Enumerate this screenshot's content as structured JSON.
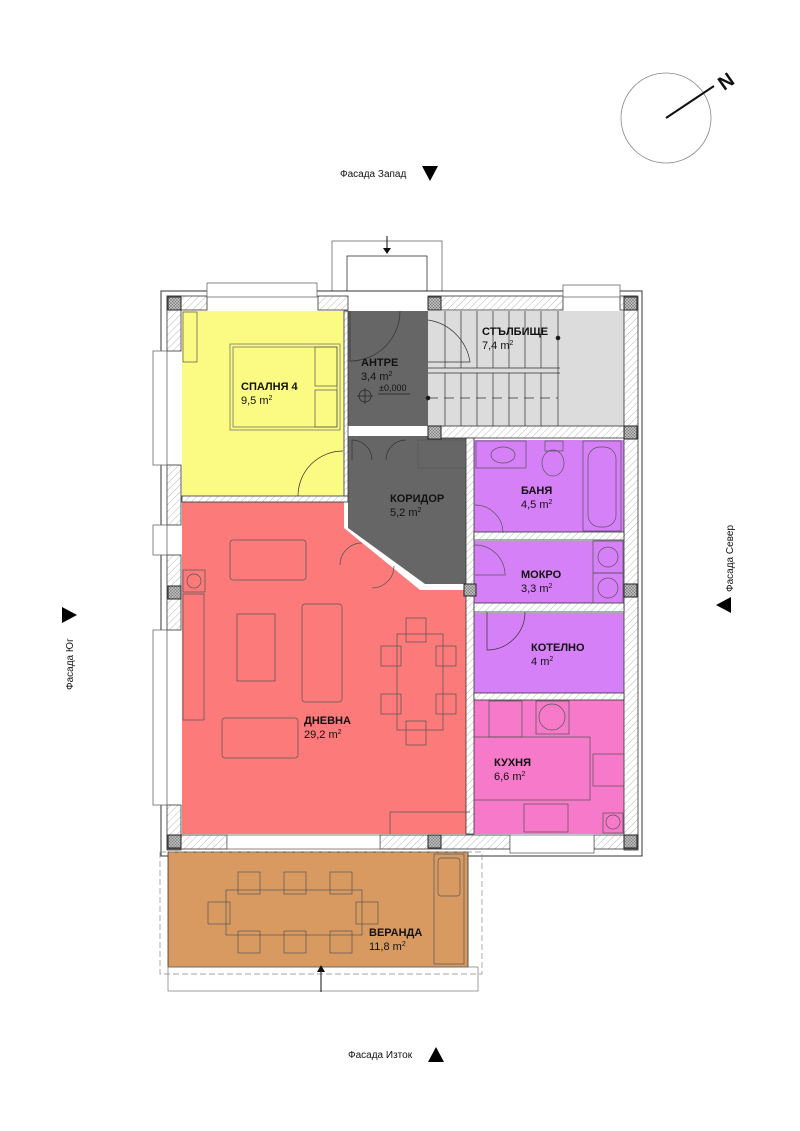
{
  "north_arrow": {
    "label": "N",
    "icon": "north-arrow-icon"
  },
  "facades": {
    "west": {
      "label": "Фасада Запад",
      "marker": "down-triangle"
    },
    "east": {
      "label": "Фасада Изток",
      "marker": "up-triangle"
    },
    "south": {
      "label": "Фасада Юг",
      "marker": "right-triangle"
    },
    "north": {
      "label": "Фасада Север",
      "marker": "left-triangle"
    }
  },
  "level_mark": "±0,000",
  "area_unit": "m",
  "area_unit_sup": "2",
  "colors": {
    "bedroom": "#fbfa82",
    "entry": "#666666",
    "corridor": "#666666",
    "stairs": "#dcdcdc",
    "bathroom": "#d680f7",
    "kitchen": "#f779c9",
    "living": "#fc7a7a",
    "veranda": "#d99a62"
  },
  "rooms": [
    {
      "id": "bedroom4",
      "name": "СПАЛНЯ 4",
      "area": "9,5"
    },
    {
      "id": "entry",
      "name": "АНТРЕ",
      "area": "3,4"
    },
    {
      "id": "stairs",
      "name": "СТЪЛБИЩЕ",
      "area": "7,4"
    },
    {
      "id": "corridor",
      "name": "КОРИДОР",
      "area": "5,2"
    },
    {
      "id": "bathroom",
      "name": "БАНЯ",
      "area": "4,5"
    },
    {
      "id": "laundry",
      "name": "МОКРО",
      "area": "3,3"
    },
    {
      "id": "boiler",
      "name": "КОТЕЛНО",
      "area": "4"
    },
    {
      "id": "living",
      "name": "ДНЕВНА",
      "area": "29,2"
    },
    {
      "id": "kitchen",
      "name": "КУХНЯ",
      "area": "6,6"
    },
    {
      "id": "veranda",
      "name": "ВЕРАНДА",
      "area": "11,8"
    }
  ]
}
